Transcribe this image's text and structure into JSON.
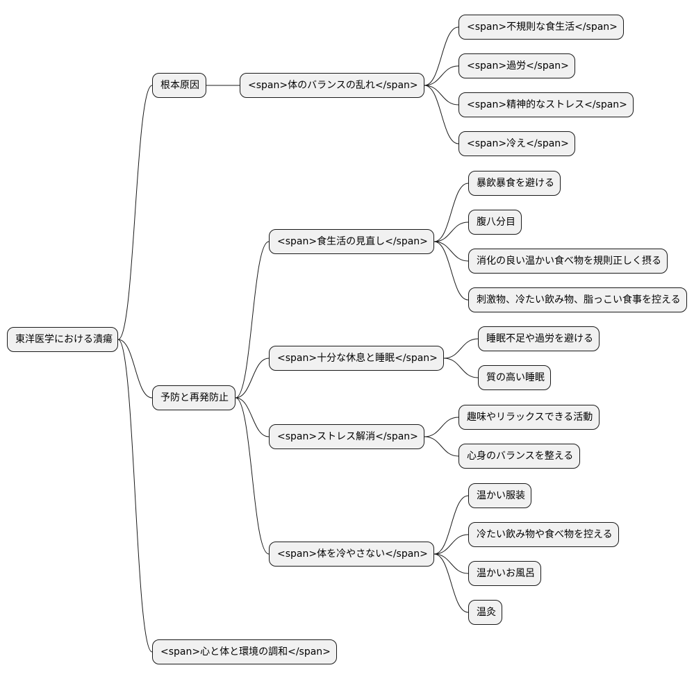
{
  "mindmap": {
    "root": {
      "id": "root",
      "label": "東洋医学における潰瘍"
    },
    "nodes": [
      {
        "id": "n1",
        "parent": "root",
        "label": "根本原因"
      },
      {
        "id": "n1a",
        "parent": "n1",
        "label": "<span>体のバランスの乱れ</span>"
      },
      {
        "id": "n1a1",
        "parent": "n1a",
        "label": "<span>不規則な食生活</span>"
      },
      {
        "id": "n1a2",
        "parent": "n1a",
        "label": "<span>過労</span>"
      },
      {
        "id": "n1a3",
        "parent": "n1a",
        "label": "<span>精神的なストレス</span>"
      },
      {
        "id": "n1a4",
        "parent": "n1a",
        "label": "<span>冷え</span>"
      },
      {
        "id": "n2",
        "parent": "root",
        "label": "予防と再発防止"
      },
      {
        "id": "n2a",
        "parent": "n2",
        "label": "<span>食生活の見直し</span>"
      },
      {
        "id": "n2a1",
        "parent": "n2a",
        "label": "暴飲暴食を避ける"
      },
      {
        "id": "n2a2",
        "parent": "n2a",
        "label": "腹八分目"
      },
      {
        "id": "n2a3",
        "parent": "n2a",
        "label": "消化の良い温かい食べ物を規則正しく摂る"
      },
      {
        "id": "n2a4",
        "parent": "n2a",
        "label": "刺激物、冷たい飲み物、脂っこい食事を控える"
      },
      {
        "id": "n2b",
        "parent": "n2",
        "label": "<span>十分な休息と睡眠</span>"
      },
      {
        "id": "n2b1",
        "parent": "n2b",
        "label": "睡眠不足や過労を避ける"
      },
      {
        "id": "n2b2",
        "parent": "n2b",
        "label": "質の高い睡眠"
      },
      {
        "id": "n2c",
        "parent": "n2",
        "label": "<span>ストレス解消</span>"
      },
      {
        "id": "n2c1",
        "parent": "n2c",
        "label": "趣味やリラックスできる活動"
      },
      {
        "id": "n2c2",
        "parent": "n2c",
        "label": "心身のバランスを整える"
      },
      {
        "id": "n2d",
        "parent": "n2",
        "label": "<span>体を冷やさない</span>"
      },
      {
        "id": "n2d1",
        "parent": "n2d",
        "label": "温かい服装"
      },
      {
        "id": "n2d2",
        "parent": "n2d",
        "label": "冷たい飲み物や食べ物を控える"
      },
      {
        "id": "n2d3",
        "parent": "n2d",
        "label": "温かいお風呂"
      },
      {
        "id": "n2d4",
        "parent": "n2d",
        "label": "温灸"
      },
      {
        "id": "n3",
        "parent": "root",
        "label": "<span>心と体と環境の調和</span>"
      }
    ]
  }
}
